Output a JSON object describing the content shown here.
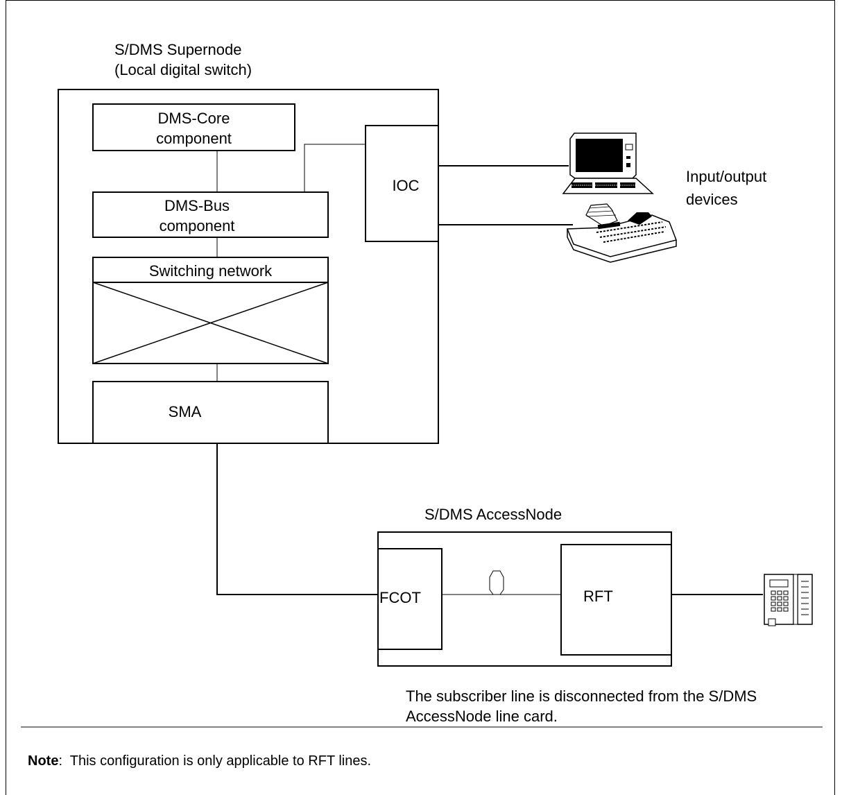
{
  "supernode": {
    "title_line1": "S/DMS Supernode",
    "title_line2": "(Local digital switch)",
    "dms_core_line1": "DMS-Core",
    "dms_core_line2": "component",
    "dms_bus_line1": "DMS-Bus",
    "dms_bus_line2": "component",
    "switching_network": "Switching network",
    "sma": "SMA",
    "ioc": "IOC"
  },
  "io_devices": {
    "label_line1": "Input/output",
    "label_line2": "devices"
  },
  "accessnode": {
    "title": "S/DMS AccessNode",
    "fcot": "FCOT",
    "rft": "RFT"
  },
  "caption": {
    "line1": "The subscriber line is disconnected from the S/DMS",
    "line2": "AccessNode line card."
  },
  "note": {
    "prefix": "Note",
    "separator": ":",
    "text": "  This configuration is only applicable to RFT lines."
  }
}
